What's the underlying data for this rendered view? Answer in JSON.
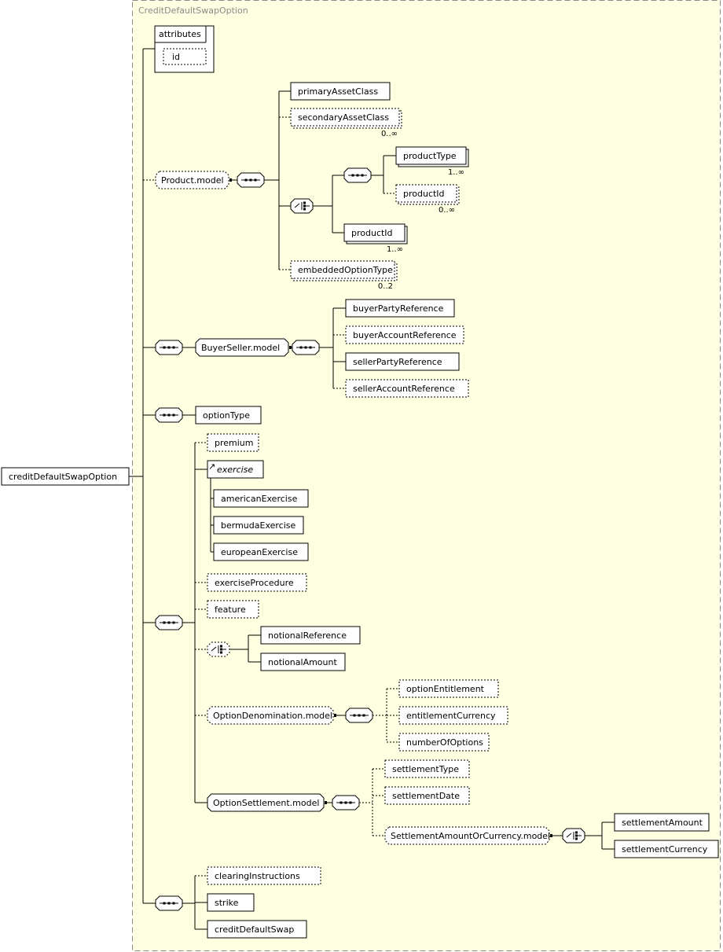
{
  "diagram": {
    "title": "CreditDefaultSwapOption",
    "root": "creditDefaultSwapOption",
    "attributes": {
      "header": "attributes",
      "items": [
        "id"
      ]
    },
    "product_model": {
      "label": "Product.model",
      "primary": "primaryAssetClass",
      "secondary": "secondaryAssetClass",
      "secondary_card": "0..∞",
      "product_type": "productType",
      "product_type_card": "1..∞",
      "product_id_opt": "productId",
      "product_id_opt_card": "0..∞",
      "product_id": "productId",
      "product_id_card": "1..∞",
      "embedded": "embeddedOptionType",
      "embedded_card": "0..2"
    },
    "buyer_seller": {
      "label": "BuyerSeller.model",
      "items": [
        "buyerPartyReference",
        "buyerAccountReference",
        "sellerPartyReference",
        "sellerAccountReference"
      ]
    },
    "option_type": "optionType",
    "premium": "premium",
    "exercise": {
      "label": "exercise",
      "items": [
        "americanExercise",
        "bermudaExercise",
        "europeanExercise"
      ]
    },
    "exercise_procedure": "exerciseProcedure",
    "feature": "feature",
    "notional": [
      "notionalReference",
      "notionalAmount"
    ],
    "option_denomination": {
      "label": "OptionDenomination.model",
      "items": [
        "optionEntitlement",
        "entitlementCurrency",
        "numberOfOptions"
      ]
    },
    "option_settlement": {
      "label": "OptionSettlement.model",
      "settlement_type": "settlementType",
      "settlement_date": "settlementDate",
      "amount_or_currency": {
        "label": "SettlementAmountOrCurrency.model",
        "items": [
          "settlementAmount",
          "settlementCurrency"
        ]
      }
    },
    "tail": [
      "clearingInstructions",
      "strike",
      "creditDefaultSwap"
    ],
    "colors": {
      "background": "#ffffe1",
      "frame": "#8a8a8a",
      "line": "#000000"
    }
  }
}
